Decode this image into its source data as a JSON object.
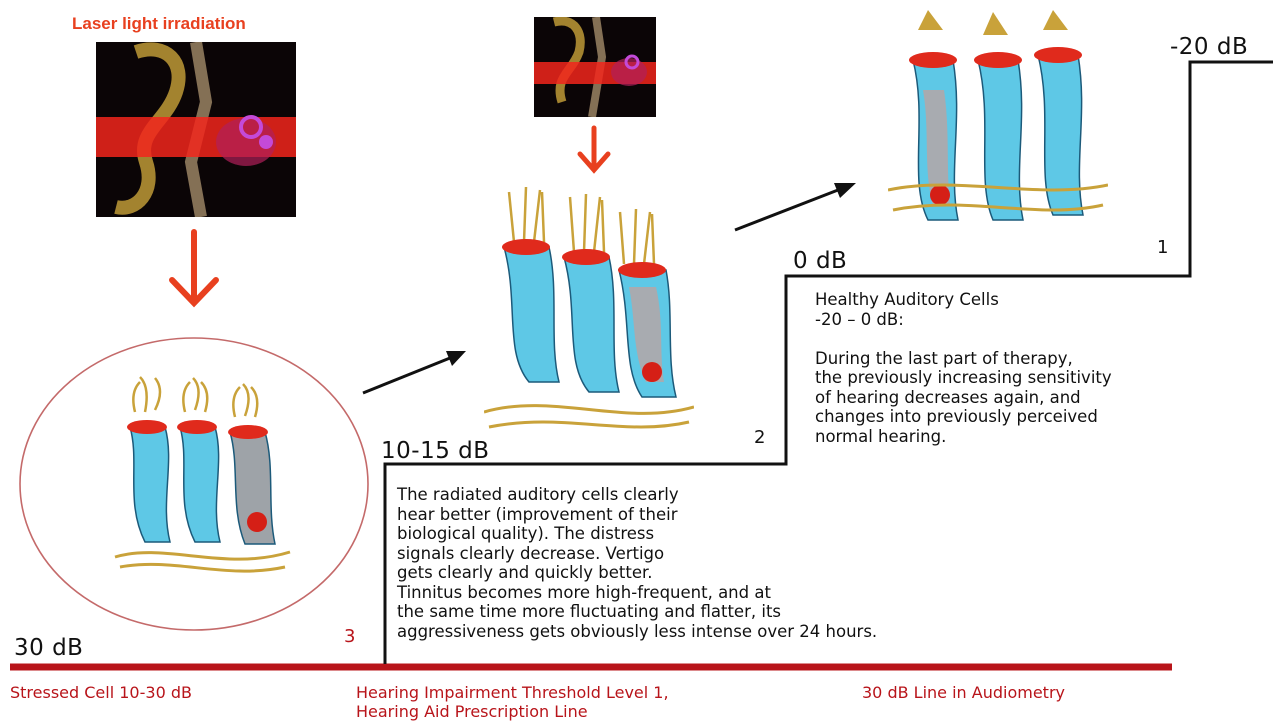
{
  "title": "Laser light irradiation",
  "levels": {
    "minus20": "-20 dB",
    "zero": "0 dB",
    "ten15": "10-15 dB",
    "thirty": "30 dB"
  },
  "stage_numbers": {
    "one": "1",
    "two": "2",
    "three": "3"
  },
  "healthy_text": "Healthy Auditory Cells\n-20 – 0 dB:\n\nDuring the last part of therapy,\nthe previously increasing sensitivity\nof hearing decreases again, and\nchanges into previously perceived\nnormal hearing.",
  "radiated_text": "The radiated auditory cells clearly\nhear better (improvement of their\nbiological quality). The distress\nsignals clearly decrease. Vertigo\ngets clearly and quickly better.\nTinnitus becomes more high-frequent, and at\nthe same time more fluctuating and flatter, its\naggressiveness gets obviously less intense over 24 hours.",
  "bottom_labels": {
    "stressed": "Stressed Cell 10-30 dB",
    "threshold": "Hearing Impairment Threshold Level 1,\nHearing Aid Prescription Line",
    "audiometry": "30 dB Line in Audiometry"
  },
  "colors": {
    "accent_red": "#b8141a",
    "laser": "#e8401f",
    "cell_blue": "#5ec8e6",
    "hair_gold": "#c9a23a"
  }
}
